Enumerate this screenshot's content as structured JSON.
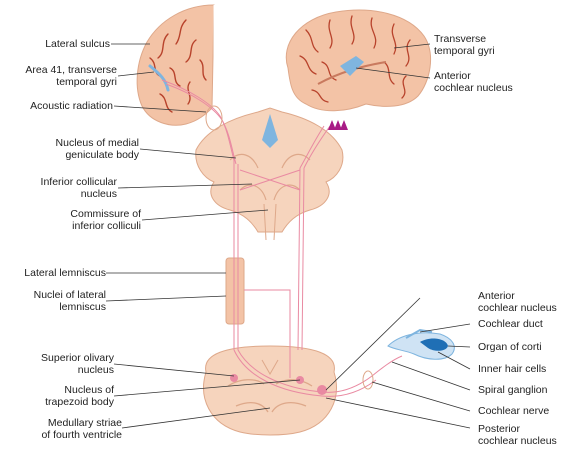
{
  "labels": {
    "lateral_sulcus": "Lateral sulcus",
    "area41": [
      "Area 41, transverse",
      "temporal gyri"
    ],
    "acoustic_radiation": "Acoustic radiation",
    "medial_geniculate": [
      "Nucleus of medial",
      "geniculate body"
    ],
    "inferior_collicular": [
      "Inferior collicular",
      "nucleus"
    ],
    "commissure": [
      "Commissure of",
      "inferior colliculi"
    ],
    "lateral_lemniscus": "Lateral lemniscus",
    "nuclei_lateral_lemniscus": [
      "Nuclei of lateral",
      "lemniscus"
    ],
    "superior_olivary": [
      "Superior olivary",
      "nucleus"
    ],
    "trapezoid": [
      "Nucleus of",
      "trapezoid body"
    ],
    "medullary_striae": [
      "Medullary striae",
      "of fourth ventricle"
    ],
    "transverse_temporal": [
      "Transverse",
      "temporal gyri"
    ],
    "anterior_cochlear_top": [
      "Anterior",
      "cochlear nucleus"
    ],
    "anterior_cochlear": [
      "Anterior",
      "cochlear nucleus"
    ],
    "cochlear_duct": "Cochlear duct",
    "organ_corti": "Organ of corti",
    "inner_hair": "Inner hair cells",
    "spiral_ganglion": "Spiral ganglion",
    "cochlear_nerve": "Cochlear nerve",
    "posterior_cochlear": [
      "Posterior",
      "cochlear nucleus"
    ]
  },
  "colors": {
    "brain": "#f3c3a6",
    "brain_shadow": "#e2a486",
    "sulci": "#b8432c",
    "stem": "#f6d4bd",
    "stem_dark": "#dea88a",
    "pathway": "#e98aa2",
    "highlight": "#7fb5df",
    "arrow": "#a81b86",
    "leader": "#333333"
  }
}
